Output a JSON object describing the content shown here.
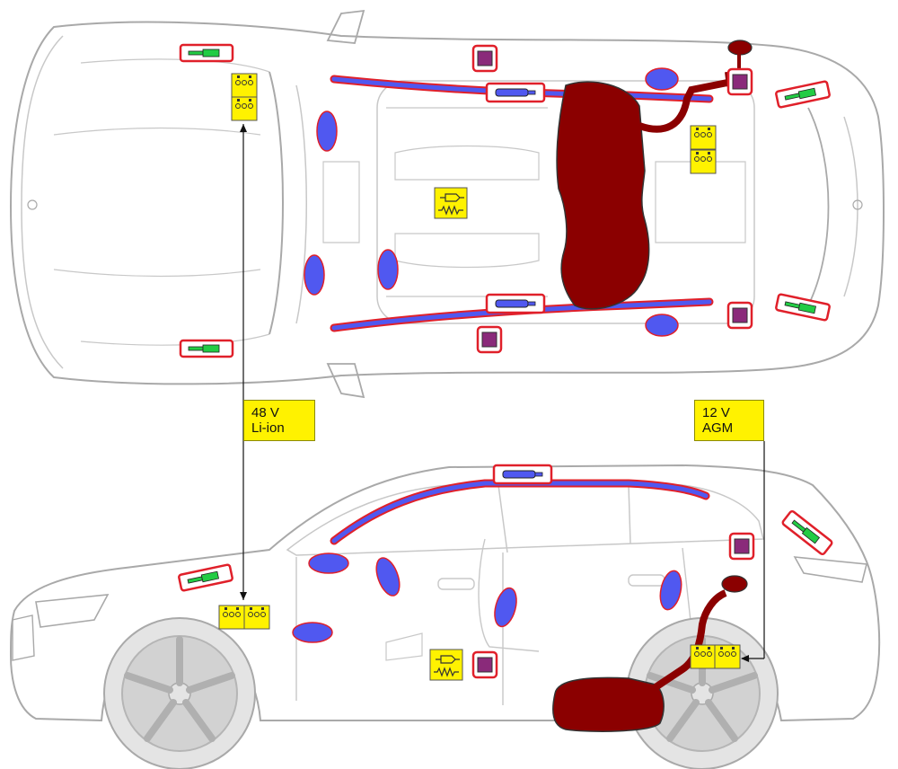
{
  "labels": {
    "battery_48v": {
      "line1": "48 V",
      "line2": "Li-ion"
    },
    "battery_12v": {
      "line1": "12 V",
      "line2": "AGM"
    }
  },
  "colors": {
    "outline": "#a9a9a9",
    "detail": "#c8c8c8",
    "wheel": "#d2d2d2",
    "airbag": "#5058f0",
    "curtain": "#5058f0",
    "red_frame": "#e0202a",
    "sensor": "#8a2a7a",
    "fuel_tank": "#8b0000",
    "battery": "#fff200",
    "pretensioner": "#22cc44"
  },
  "icons": [
    "battery-icon",
    "airbag-icon",
    "curtain-airbag-icon",
    "sensor-icon",
    "fuel-tank-icon",
    "pedestrian-sensor-icon",
    "seatbelt-tensioner-icon"
  ]
}
